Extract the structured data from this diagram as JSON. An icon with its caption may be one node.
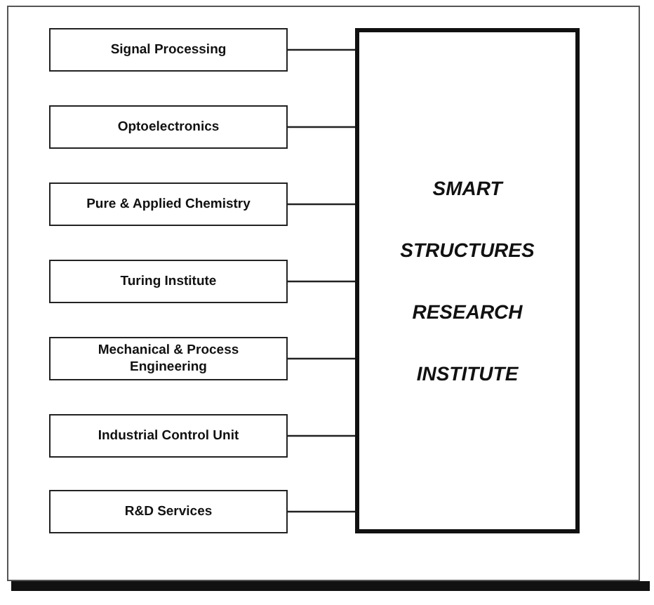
{
  "diagram": {
    "nodes": [
      {
        "text": [
          "Signal Processing"
        ]
      },
      {
        "text": [
          "Optoelectronics"
        ]
      },
      {
        "text": [
          "Pure & Applied Chemistry"
        ]
      },
      {
        "text": [
          "Turing Institute"
        ]
      },
      {
        "text": [
          "Mechanical & Process Engineering"
        ]
      },
      {
        "text": [
          "Industrial Control Unit"
        ]
      },
      {
        "text": [
          "R&D Services"
        ]
      },
      {
        "text": [
          "SMART STRUCTURES RESEARCH INSTITUTE"
        ]
      }
    ],
    "edges": [
      {
        "from": 0,
        "to": 7,
        "arrow": "none"
      },
      {
        "from": 1,
        "to": 7,
        "arrow": "none"
      },
      {
        "from": 2,
        "to": 7,
        "arrow": "none"
      },
      {
        "from": 3,
        "to": 7,
        "arrow": "none"
      },
      {
        "from": 4,
        "to": 7,
        "arrow": "none"
      },
      {
        "from": 5,
        "to": 7,
        "arrow": "none"
      },
      {
        "from": 6,
        "to": 7,
        "arrow": "none"
      }
    ]
  }
}
